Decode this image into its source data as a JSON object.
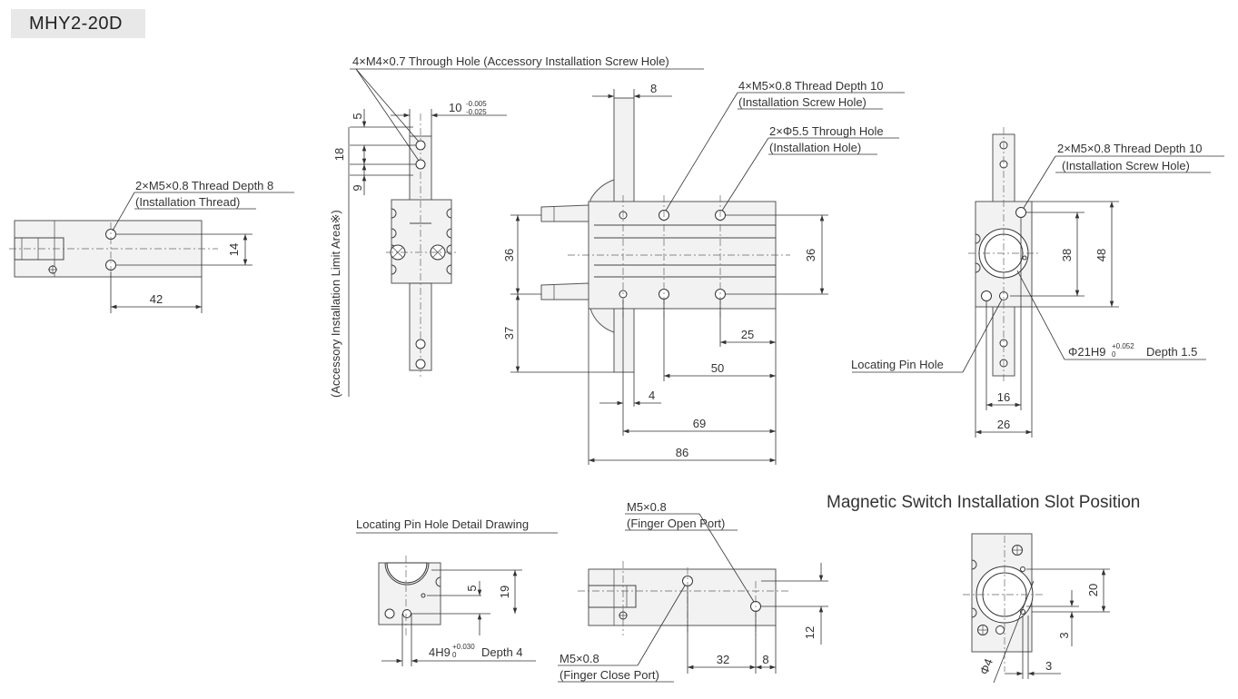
{
  "model": "MHY2-20D",
  "colors": {
    "part_fill": "#f2f2f2",
    "line": "#444444",
    "tag_bg": "#e8e8e8"
  },
  "titles": {
    "slot_position": "Magnetic Switch Installation Slot Position",
    "pin_detail": "Locating Pin Hole Detail Drawing"
  },
  "callouts": {
    "left_thread_1": "2×M5×0.8 Thread Depth 8",
    "left_thread_2": "(Installation Thread)",
    "accessory_hole": "4×M4×0.7 Through Hole (Accessory Installation Screw Hole)",
    "accessory_area": "(Accessory Installation Limit Area※)",
    "front_thread_1": "4×M5×0.8 Thread Depth 10",
    "front_thread_2": "(Installation Screw Hole)",
    "front_hole_1": "2×Φ5.5 Through Hole",
    "front_hole_2": "(Installation Hole)",
    "right_thread_1": "2×M5×0.8 Thread Depth 10",
    "right_thread_2": "(Installation Screw Hole)",
    "locating_pin": "Locating Pin Hole",
    "bore_main": "Φ21H9",
    "bore_tol": "+0.052",
    "bore_tol_low": "0",
    "bore_depth": "Depth 1.5",
    "pin_main": "4H9",
    "pin_tol": "+0.030",
    "pin_tol_low": "0",
    "pin_depth": "Depth 4",
    "open_port_1": "M5×0.8",
    "open_port_2": "(Finger Open Port)",
    "close_port_1": "M5×0.8",
    "close_port_2": "(Finger Close Port)",
    "slot_dia": "Φ4"
  },
  "dims": {
    "left_14": "14",
    "left_42": "42",
    "side_5": "5",
    "side_18": "18",
    "side_9": "9",
    "side_10": "10",
    "side_10_tol_up": "-0.005",
    "side_10_tol_low": "-0.025",
    "front_8": "8",
    "front_36_left": "36",
    "front_37": "37",
    "front_36_right": "36",
    "front_25": "25",
    "front_50": "50",
    "front_4": "4",
    "front_69": "69",
    "front_86": "86",
    "right_38": "38",
    "right_48": "48",
    "right_16": "16",
    "right_26": "26",
    "pin_5": "5",
    "pin_19": "19",
    "bottom_12": "12",
    "bottom_32": "32",
    "bottom_8": "8",
    "slot_20": "20",
    "slot_3v": "3",
    "slot_3h": "3"
  }
}
